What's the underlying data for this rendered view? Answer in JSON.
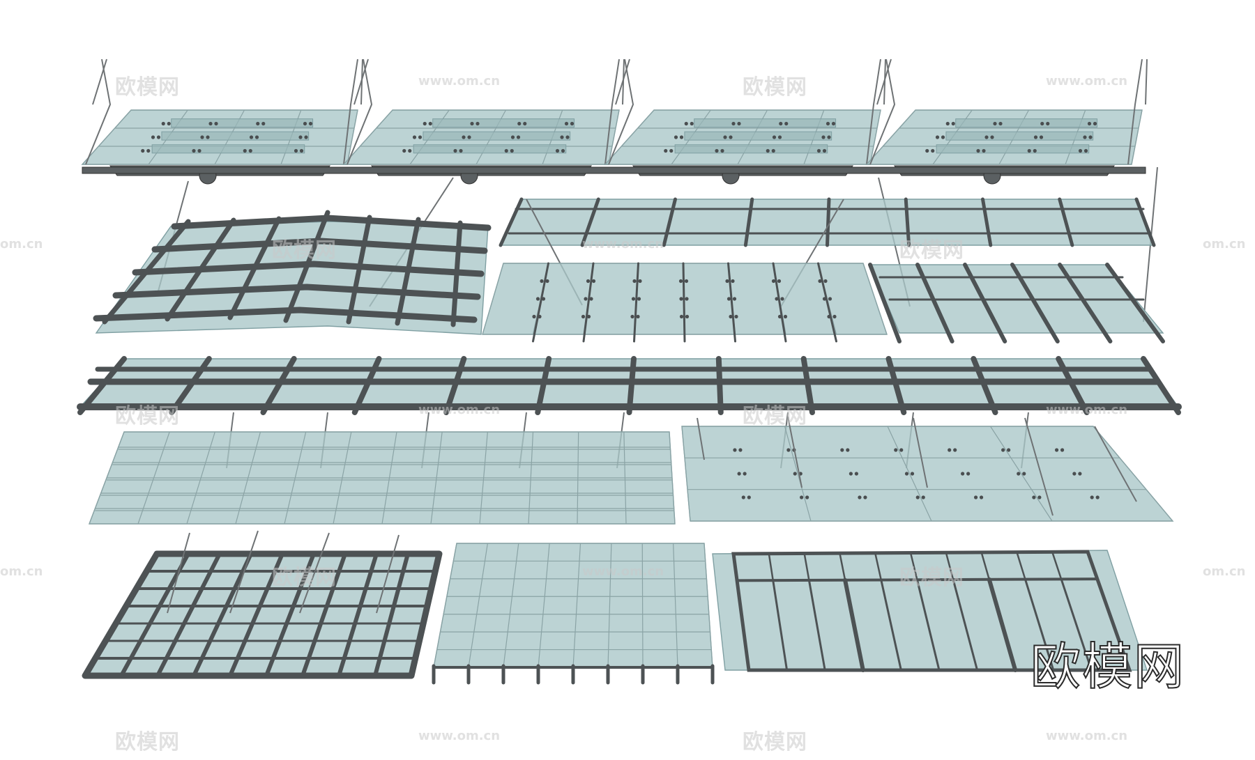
{
  "watermark": {
    "brand": "欧模网",
    "url": "www.om.cn",
    "url_short": "om.cn",
    "large": "欧模网"
  },
  "colors": {
    "glass_fill": "#a9c7c8",
    "glass_edge": "#7f9fa2",
    "steel": "#555a5c",
    "steel_dark": "#3b3f41",
    "cable": "#6e7274",
    "fitting": "#4a4e50"
  },
  "icons": [
    "canopy-suspended",
    "canopy-frame",
    "canopy-spider-glass"
  ]
}
